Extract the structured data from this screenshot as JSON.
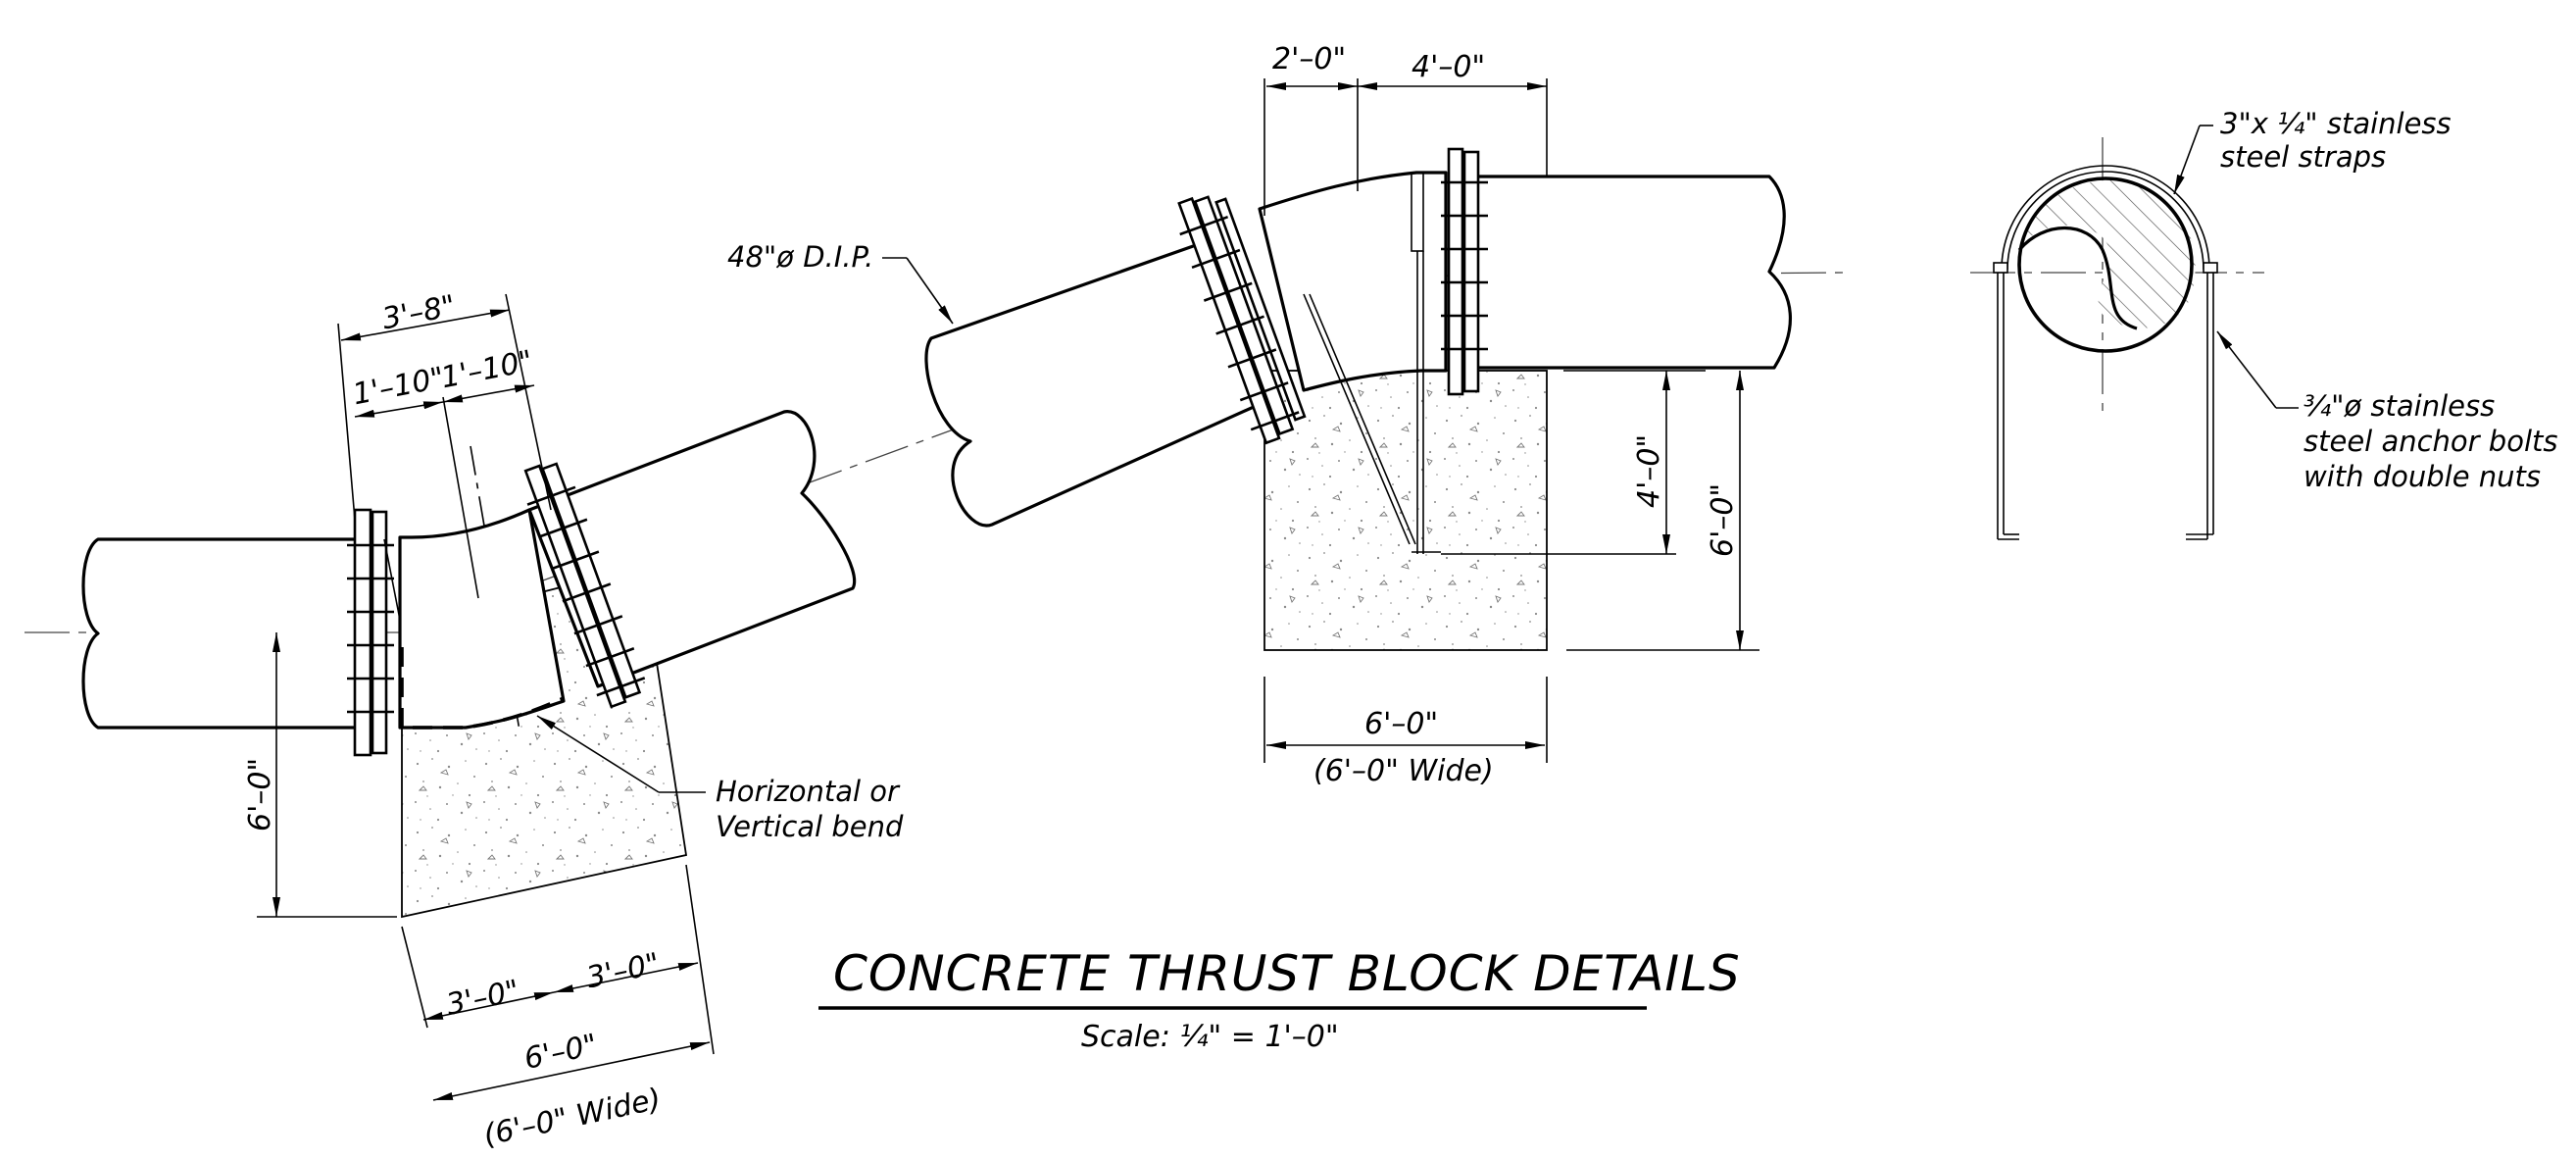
{
  "title": "CONCRETE THRUST BLOCK DETAILS",
  "scale": "Scale: ¼\" = 1'–0\"",
  "callouts": {
    "pipe_material": "48\"ø D.I.P.",
    "bend_line1": "Horizontal or",
    "bend_line2": "Vertical bend",
    "straps_line1": "3\"x ¼\" stainless",
    "straps_line2": "steel straps",
    "bolts_line1": "¾\"ø stainless",
    "bolts_line2": "steel anchor bolts",
    "bolts_line3": "with double nuts"
  },
  "left_detail": {
    "overall_top": "3'–8\"",
    "half_left": "1'–10\"",
    "half_right": "1'–10\"",
    "height": "6'–0\"",
    "bottom_left": "3'–0\"",
    "bottom_right": "3'–0\"",
    "bottom_total": "6'–0\"",
    "bottom_width": "(6'–0\" Wide)"
  },
  "middle_detail": {
    "top_left": "2'–0\"",
    "top_right": "4'–0\"",
    "inner_height": "4'–0\"",
    "outer_height": "6'–0\"",
    "bottom_total": "6'–0\"",
    "bottom_width": "(6'–0\" Wide)"
  },
  "colors": {
    "ink": "#000000",
    "background": "#ffffff"
  }
}
